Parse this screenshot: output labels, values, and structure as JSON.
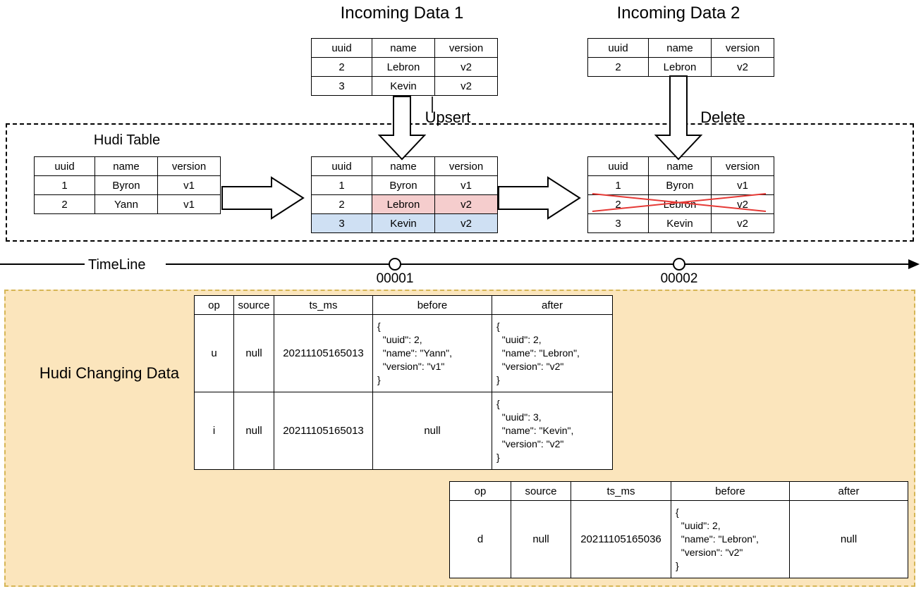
{
  "titles": {
    "incoming1": "Incoming Data 1",
    "incoming2": "Incoming Data 2",
    "hudi_table": "Hudi Table",
    "hudi_changing_data": "Hudi Changing Data",
    "timeline": "TimeLine"
  },
  "operations": {
    "upsert": "Upsert",
    "delete": "Delete"
  },
  "timeline": {
    "markers": [
      {
        "label": "00001"
      },
      {
        "label": "00002"
      }
    ]
  },
  "record_columns": [
    "uuid",
    "name",
    "version"
  ],
  "tables": {
    "incoming1": {
      "headers": [
        "uuid",
        "name",
        "version"
      ],
      "rows": [
        [
          "2",
          "Lebron",
          "v2"
        ],
        [
          "3",
          "Kevin",
          "v2"
        ]
      ]
    },
    "incoming2": {
      "headers": [
        "uuid",
        "name",
        "version"
      ],
      "rows": [
        [
          "2",
          "Lebron",
          "v2"
        ]
      ]
    },
    "hudi_before": {
      "headers": [
        "uuid",
        "name",
        "version"
      ],
      "rows": [
        [
          "1",
          "Byron",
          "v1"
        ],
        [
          "2",
          "Yann",
          "v1"
        ]
      ]
    },
    "hudi_after_upsert": {
      "headers": [
        "uuid",
        "name",
        "version"
      ],
      "rows": [
        [
          "1",
          "Byron",
          "v1"
        ],
        [
          "2",
          "Lebron",
          "v2"
        ],
        [
          "3",
          "Kevin",
          "v2"
        ]
      ]
    },
    "hudi_after_delete": {
      "headers": [
        "uuid",
        "name",
        "version"
      ],
      "rows": [
        [
          "1",
          "Byron",
          "v1"
        ],
        [
          "2",
          "Lebron",
          "v2"
        ],
        [
          "3",
          "Kevin",
          "v2"
        ]
      ]
    }
  },
  "cdc": {
    "headers": [
      "op",
      "source",
      "ts_ms",
      "before",
      "after"
    ],
    "commit1_rows": [
      {
        "op": "u",
        "source": "null",
        "ts_ms": "20211105165013",
        "before": "{\n  \"uuid\": 2,\n  \"name\": \"Yann\",\n  \"version\": \"v1\"\n}",
        "after": "{\n  \"uuid\": 2,\n  \"name\": \"Lebron\",\n  \"version\": \"v2\"\n}"
      },
      {
        "op": "i",
        "source": "null",
        "ts_ms": "20211105165013",
        "before": "null",
        "after": "{\n  \"uuid\": 3,\n  \"name\": \"Kevin\",\n  \"version\": \"v2\"\n}"
      }
    ],
    "commit2_rows": [
      {
        "op": "d",
        "source": "null",
        "ts_ms": "20211105165036",
        "before": "{\n  \"uuid\": 2,\n  \"name\": \"Lebron\",\n  \"version\": \"v2\"\n}",
        "after": "null"
      }
    ]
  },
  "colors": {
    "updated_cell": "#f5cdcd",
    "inserted_cell": "#cfe0f3",
    "deleted_strike": "#e53935",
    "changing_data_bg": "#fbe5bc",
    "changing_data_border": "#d6b656",
    "stroke": "#000000"
  }
}
